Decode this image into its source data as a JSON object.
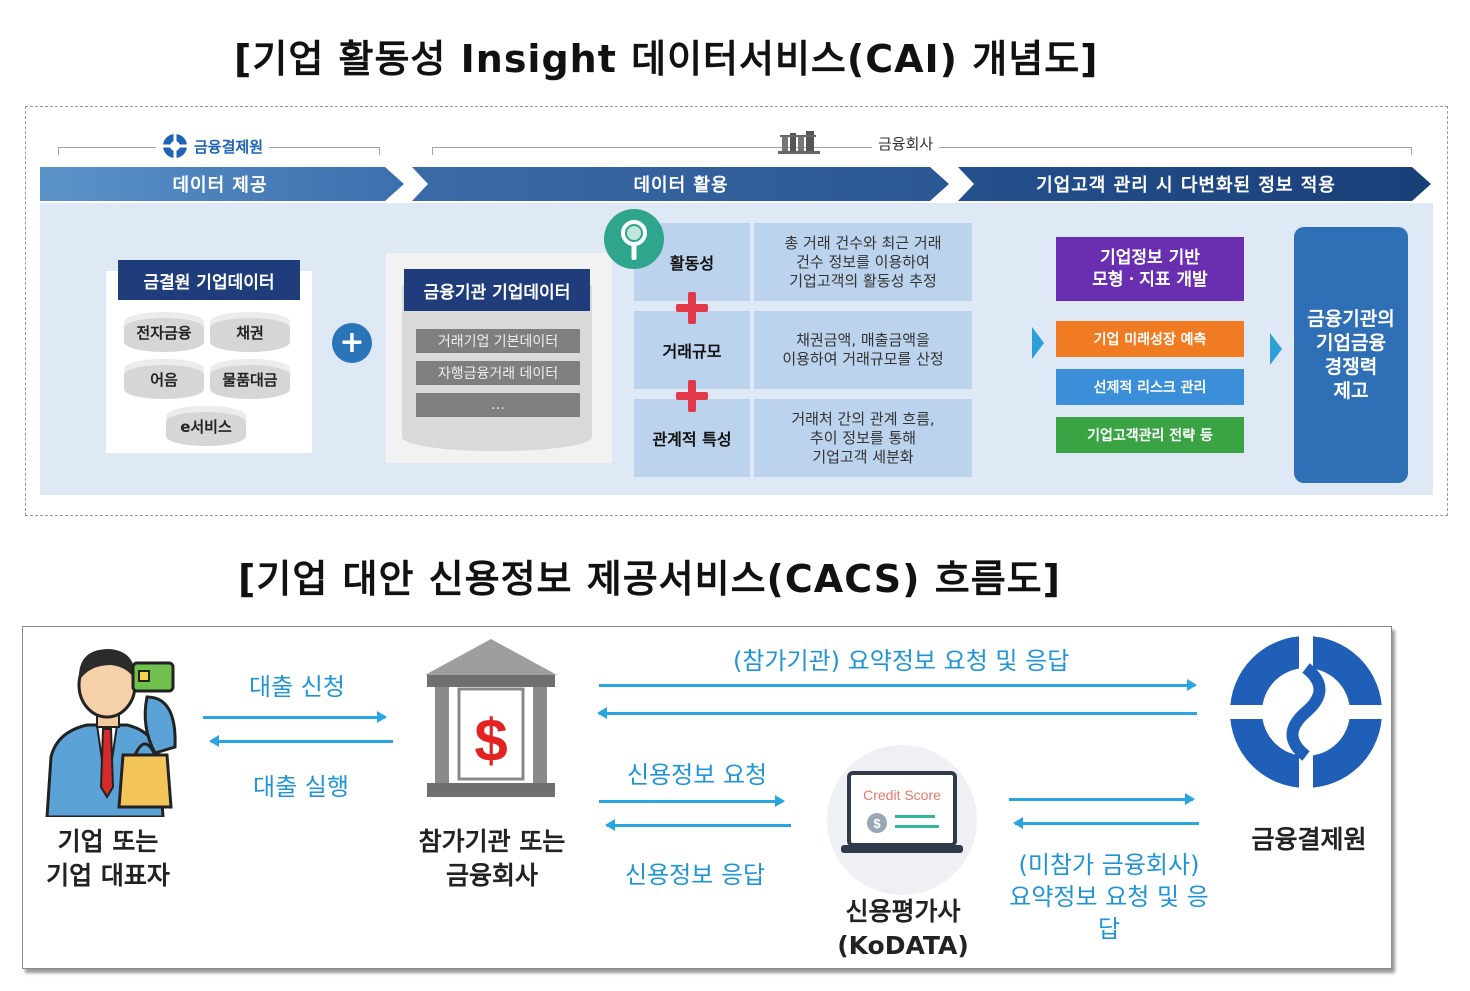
{
  "title1": "[기업 활동성 Insight 데이터서비스(CAI) 개념도]",
  "title2": "[기업 대안 신용정보 제공서비스(CACS) 흐름도]",
  "cai": {
    "provider_label": "금융결제원",
    "company_label": "금융회사",
    "phases": [
      "데이터 제공",
      "데이터 활용",
      "기업고객 관리 시 다변화된 정보 적용"
    ],
    "kftc_data": {
      "header": "금결원 기업데이터",
      "items": [
        "전자금융",
        "채권",
        "어음",
        "물품대금",
        "e서비스"
      ]
    },
    "plus": "+",
    "fin_data": {
      "header": "금융기관 기업데이터",
      "items": [
        "거래기업 기본데이터",
        "자행금융거래 데이터",
        "…"
      ]
    },
    "indicators": [
      {
        "key": "활동성",
        "desc": "총 거래 건수와 최근 거래\n건수 정보를 이용하여\n기업고객의 활동성 추정"
      },
      {
        "key": "거래규모",
        "desc": "채권금액, 매출금액을\n이용하여 거래규모를 산정"
      },
      {
        "key": "관계적 특성",
        "desc": "거래처 간의 관계 흐름,\n추이 정보를 통해\n기업고객 세분화"
      }
    ],
    "model_box": "기업정보 기반\n모형ㆍ지표 개발",
    "applications": [
      "기업 미래성장 예측",
      "선제적 리스크 관리",
      "기업고객관리 전략 등"
    ],
    "result": "금융기관의\n기업금융\n경쟁력\n제고",
    "colors": {
      "navy": "#1f3d7a",
      "purple": "#6a2fb0",
      "orange": "#f07b22",
      "blue": "#3b8ed8",
      "green": "#3aa444",
      "result": "#2f6fb5"
    }
  },
  "cacs": {
    "company_node": "기업 또는\n기업 대표자",
    "loan_apply": "대출 신청",
    "loan_execute": "대출 실행",
    "fin_node": "참가기관 또는\n금융회사",
    "summary_top": "(참가기관) 요약정보 요청 및 응답",
    "credit_request": "신용정보 요청",
    "credit_response": "신용정보 응답",
    "credit_score": "Credit Score",
    "agency_node": "신용평가사\n(KoDATA)",
    "summary_bottom": "(미참가 금융회사)\n요약정보 요청 및 응답",
    "kftc_node": "금융결제원",
    "icons": [
      "businessman-icon",
      "bank-dollar-icon",
      "laptop-credit-score-icon",
      "kftc-logo-icon"
    ]
  }
}
